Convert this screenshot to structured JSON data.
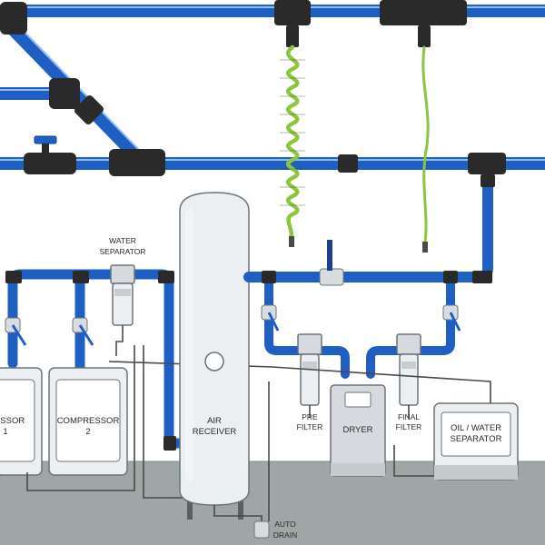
{
  "labels": {
    "water_separator_line1": "WATER",
    "water_separator_line2": "SEPARATOR",
    "compressor1_line1": "PRESSOR",
    "compressor1_line2": "1",
    "compressor2_line1": "COMPRESSOR",
    "compressor2_line2": "2",
    "air_receiver_line1": "AIR",
    "air_receiver_line2": "RECEIVER",
    "pre_filter_line1": "PRE",
    "pre_filter_line2": "FILTER",
    "dryer": "DRYER",
    "final_filter_line1": "FINAL",
    "final_filter_line2": "FILTER",
    "oil_water_line1": "OIL / WATER",
    "oil_water_line2": "SEPARATOR",
    "auto_drain_line1": "AUTO",
    "auto_drain_line2": "DRAIN"
  },
  "colors": {
    "pipe": "#1f5fc4",
    "hose": "#8cc63f",
    "fitting": "#2a2a2a",
    "equipment": "#eceff1",
    "floor": "#9ea7a5"
  }
}
